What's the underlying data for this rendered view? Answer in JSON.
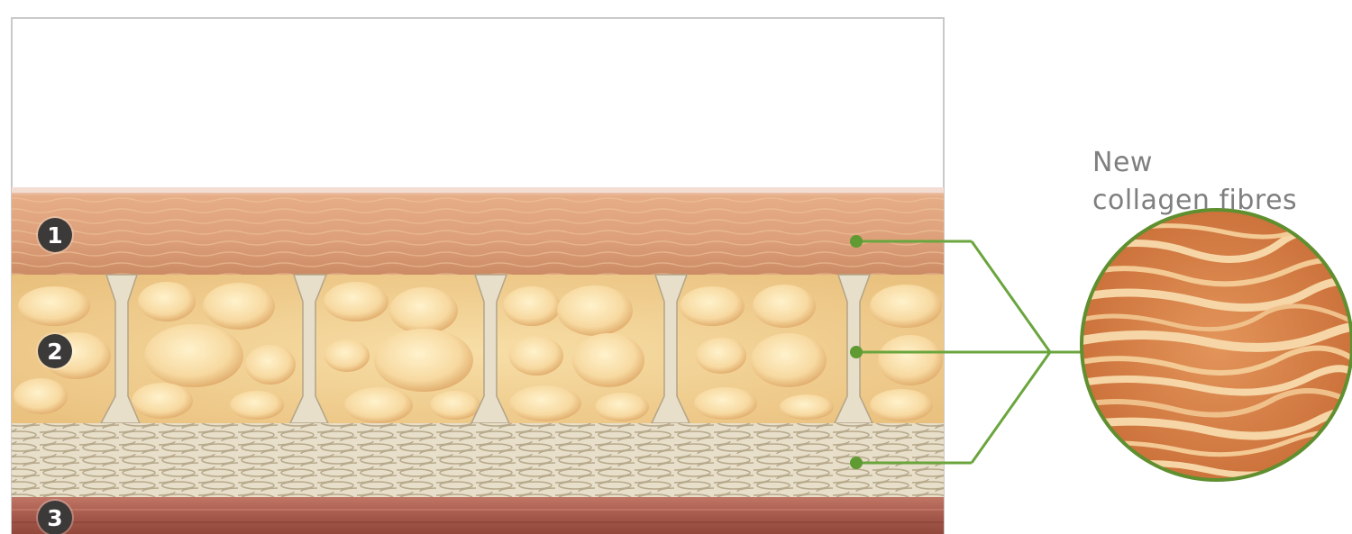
{
  "layer_markers": [
    {
      "label": "1",
      "layer": "epidermis-dermis"
    },
    {
      "label": "2",
      "layer": "subcutaneous-fat"
    },
    {
      "label": "3",
      "layer": "muscle"
    }
  ],
  "callout": {
    "line1": "New",
    "line2": "collagen fibres"
  },
  "colors": {
    "dermis": "#d99a6c",
    "fat": "#f2cf8d",
    "fibrous": "#e9e0cc",
    "muscle": "#a55a48",
    "accent_line": "#6aa53d",
    "marker_bg": "#3c3a39",
    "caption_text": "#7f7f7f"
  }
}
